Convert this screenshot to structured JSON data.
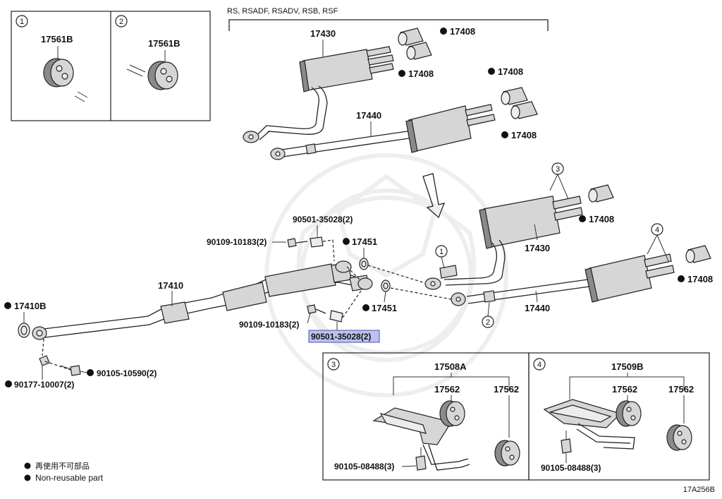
{
  "callouts": {
    "c1": "1",
    "c2": "2",
    "c3": "3",
    "c4": "4"
  },
  "variant_header": "RS, RSADF, RSADV, RSB, RSF",
  "parts": {
    "insulator_17561b": "17561B",
    "front_pipe": "17410",
    "front_gasket": "17410B",
    "center_pipe": "17430",
    "tail_pipe": "17440",
    "tip": "17408",
    "gasket": "17451",
    "bolt_a": "90109-10183(2)",
    "spring_a": "90501-35028(2)",
    "bolt_b": "90109-10183(2)",
    "spring_b": "90501-35028(2)",
    "bolt_front": "90105-10590(2)",
    "nut_front": "90177-10007(2)",
    "bracket_3": "17508A",
    "bracket_4": "17509B",
    "hanger": "17562",
    "bolt_bracket": "90105-08488(3)"
  },
  "legend": {
    "jp": "再使用不可部品",
    "en": "Non-reusable part"
  },
  "diagram_code": "17A256B",
  "colors": {
    "highlight_fill": "#b9c3ee",
    "highlight_border": "#4a55a8",
    "ink": "#222222"
  }
}
